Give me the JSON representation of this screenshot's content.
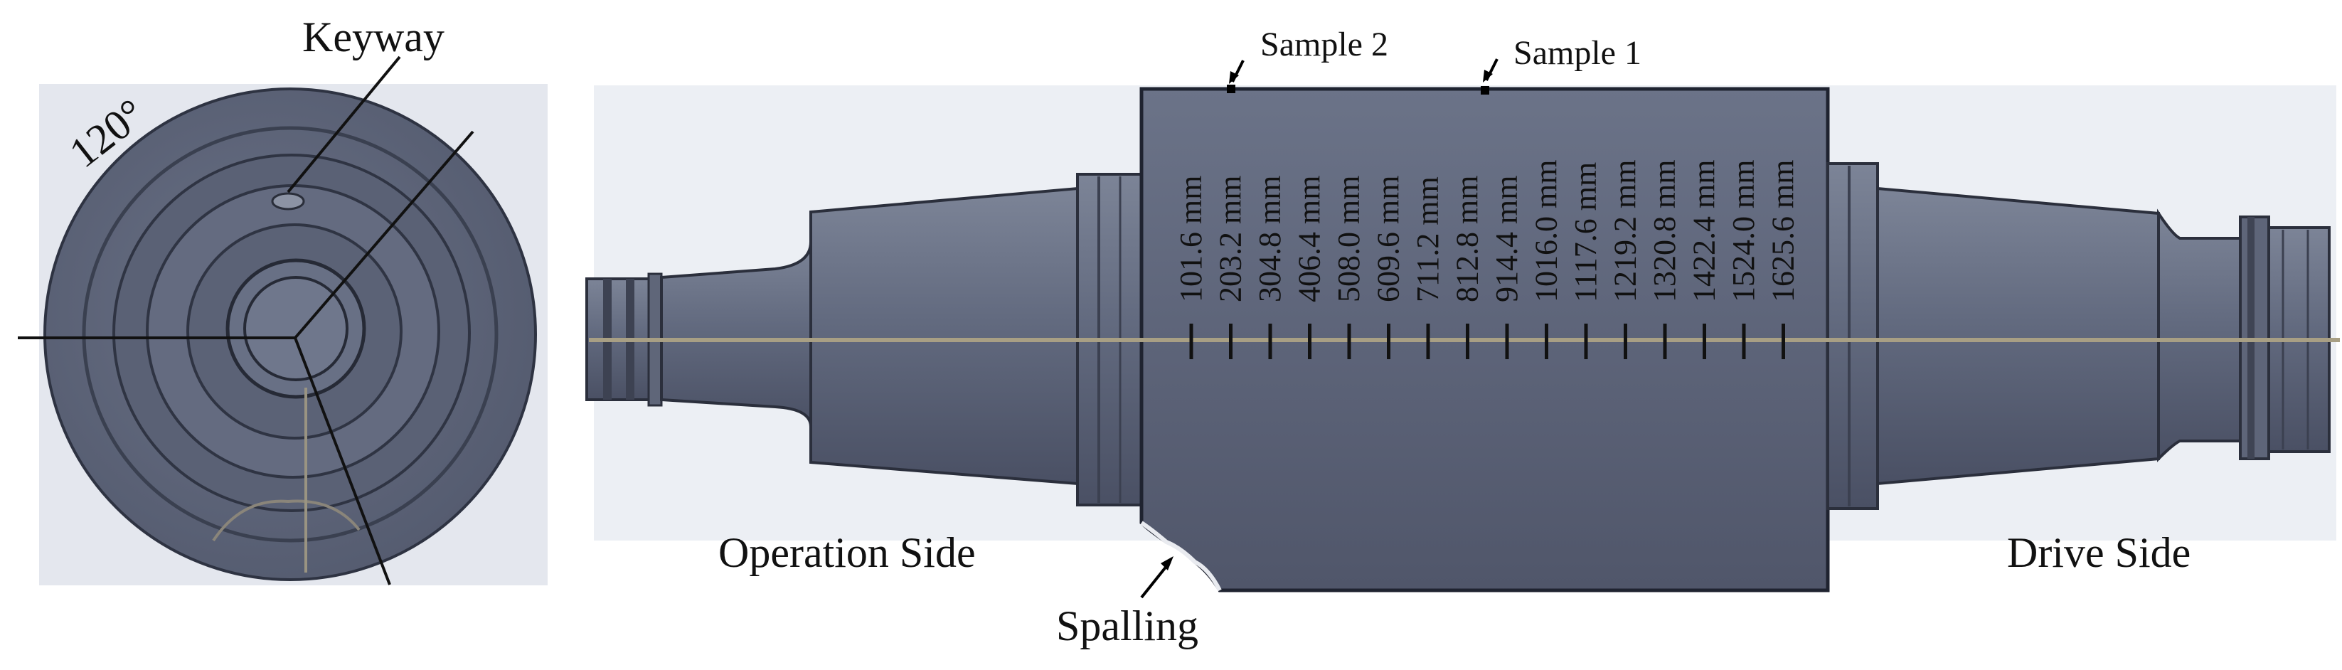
{
  "end_view": {
    "keyway_label": "Keyway",
    "angle_label": "120°"
  },
  "samples": {
    "sample_1": "Sample 1",
    "sample_2": "Sample 2"
  },
  "sides": {
    "operation": "Operation Side",
    "drive": "Drive Side"
  },
  "defect": {
    "spalling": "Spalling"
  },
  "measurements": [
    "101.6 mm",
    "203.2 mm",
    "304.8 mm",
    "406.4 mm",
    "508.0 mm",
    "609.6 mm",
    "711.2 mm",
    "812.8 mm",
    "914.4 mm",
    "1016.0 mm",
    "1117.6 mm",
    "1219.2 mm",
    "1320.8 mm",
    "1422.4 mm",
    "1524.0 mm",
    "1625.6 mm"
  ],
  "colors": {
    "body": "#5c6378",
    "body_light": "#727a8f",
    "body_dark": "#454b5d",
    "axis_line": "#a89f84",
    "ink": "#111111"
  }
}
